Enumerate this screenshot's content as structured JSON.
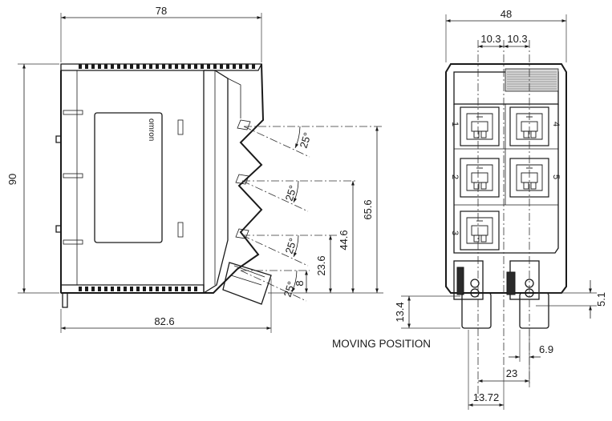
{
  "side_view": {
    "width_label": "78",
    "height_label": "90",
    "depth_label": "82.6",
    "brand_text": "omron",
    "angle_labels": [
      "25°",
      "25°",
      "25°",
      "25°"
    ],
    "offset_labels": [
      "65.6",
      "44.6",
      "23.6",
      "8"
    ]
  },
  "front_view": {
    "width_label": "48",
    "pitch_labels": [
      "10.3",
      "10.3"
    ],
    "port_numbers": [
      "1",
      "4",
      "2",
      "5",
      "3"
    ],
    "terminal_labels": [
      "13.4",
      "5.1",
      "6.9",
      "23",
      "13.72"
    ]
  },
  "caption": "MOVING POSITION"
}
